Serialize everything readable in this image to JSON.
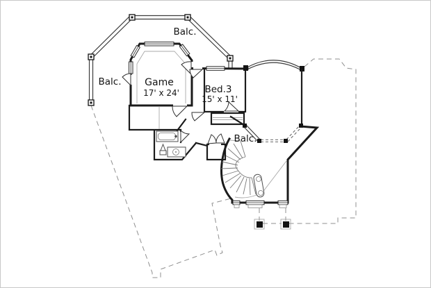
{
  "page": {
    "background": "#ffffff",
    "border_color": "#c8c8c8"
  },
  "plan": {
    "labels": {
      "balcony_top": "Balc.",
      "balcony_left": "Balc.",
      "balcony_inner": "Balc.",
      "game": {
        "name": "Game",
        "dims": "17' x 24'"
      },
      "bed3": {
        "name": "Bed.3",
        "dims": "15' x 11'"
      }
    },
    "colors": {
      "wall": "#1b1b1b",
      "railing": "#3c3c3c",
      "dashed_line": "#8f8f8f",
      "thin_line": "#a8a8a8",
      "text": "#141414"
    }
  }
}
